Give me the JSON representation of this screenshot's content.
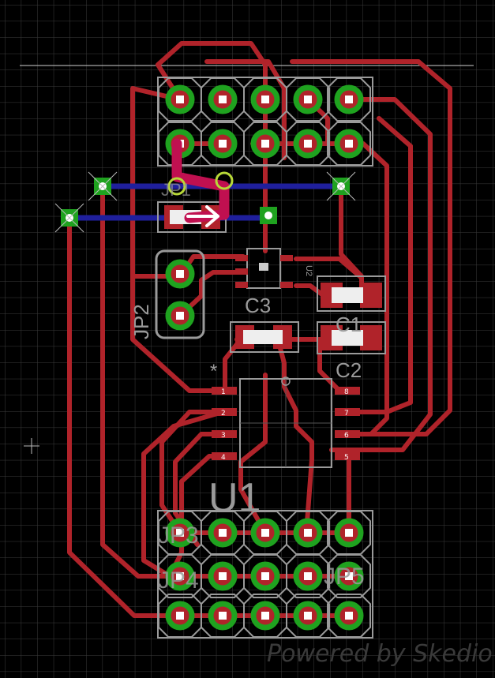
{
  "colors": {
    "background": "#000000",
    "grid": "#3c3c3c",
    "top_trace": "#b0232a",
    "bottom_trace": "#1f1f9c",
    "pad_ring": "#1fa21f",
    "silk": "#9a9a9a",
    "pin_fill": "#ffffff",
    "airwire": "#b8d838",
    "highlight_trace": "#c01050"
  },
  "icons": {
    "cursor": "crosshair-icon",
    "drag_handle": "arrow-right-icon"
  },
  "labels": {
    "u1": "U1",
    "u2": "U2",
    "c1": "C1",
    "c2": "C2",
    "c3": "C3",
    "jp2": "JP2",
    "jp3": "JP3",
    "jp4": "JP4",
    "jp5": "JP5",
    "pin1_marker": "*",
    "partial_ref": "JP1"
  },
  "u1_pins": {
    "left": [
      "1",
      "2",
      "3",
      "4"
    ],
    "right": [
      "8",
      "7",
      "6",
      "5"
    ]
  },
  "watermark": "Powered by Skedio"
}
